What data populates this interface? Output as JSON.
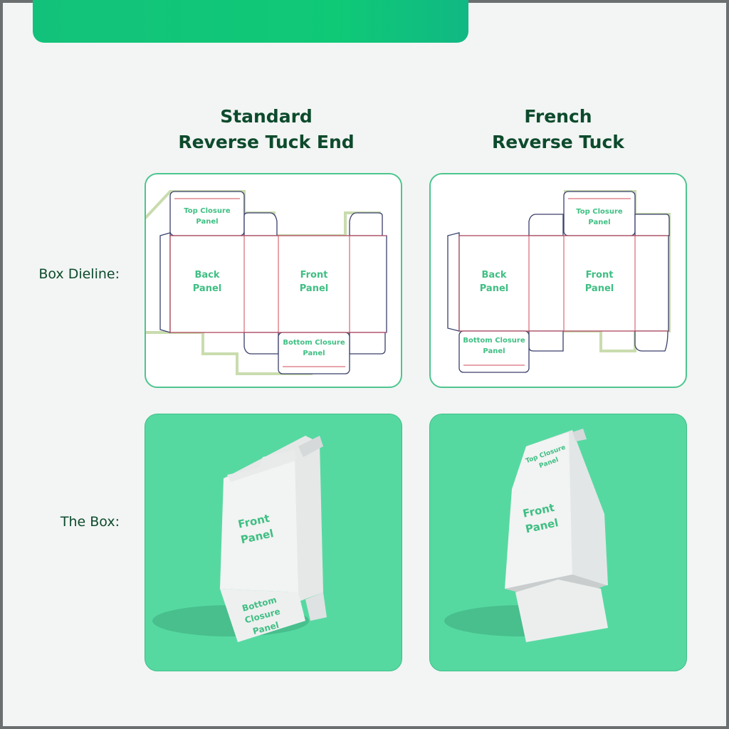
{
  "columns": [
    {
      "title_line1": "Standard",
      "title_line2": "Reverse Tuck End"
    },
    {
      "title_line1": "French",
      "title_line2": "Reverse Tuck"
    }
  ],
  "rows": {
    "dieline_label": "Box Dieline:",
    "box_label": "The Box:"
  },
  "panels": {
    "top_closure": [
      "Top Closure",
      "Panel"
    ],
    "back": [
      "Back",
      "Panel"
    ],
    "front": [
      "Front",
      "Panel"
    ],
    "bottom_closure": [
      "Bottom Closure",
      "Panel"
    ]
  },
  "colors": {
    "accent": "#13c27a",
    "dark_green": "#0d4a2c",
    "card_green": "#56d9a1",
    "crease": "#d04a5a",
    "cut": "#3a3f6b"
  }
}
